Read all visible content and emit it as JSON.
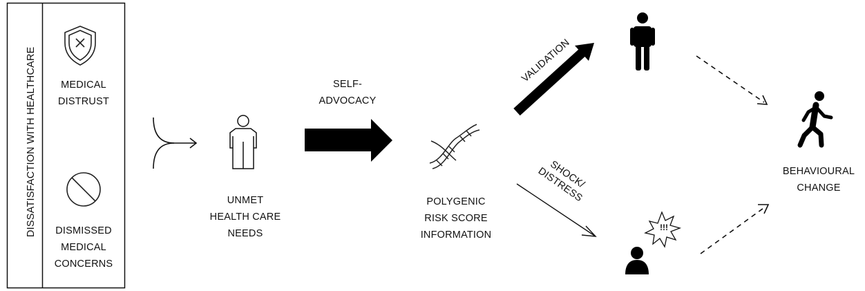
{
  "left_panel": {
    "vertical_title": "DISSATISFACTION WITH HEALTHCARE",
    "items": [
      {
        "icon": "shield-x-icon",
        "label": "MEDICAL\nDISTRUST"
      },
      {
        "icon": "prohibited-icon",
        "label": "DISMISSED\nMEDICAL\nCONCERNS"
      }
    ]
  },
  "nodes": {
    "unmet_needs": "UNMET\nHEALTH CARE\nNEEDS",
    "prs_info": "POLYGENIC\nRISK SCORE\nINFORMATION",
    "behaviour_change": "BEHAVIOURAL\nCHANGE"
  },
  "edges": {
    "self_advocacy": "SELF-\nADVOCACY",
    "validation": "VALIDATION",
    "shock_distress": "SHOCK/\nDISTRESS",
    "shock_badge": "!!!"
  },
  "icons": {
    "merge": "merge-arrow-icon",
    "person": "person-outline-icon",
    "dna": "dna-icon",
    "standing_person": "standing-person-icon",
    "distressed_person": "distressed-person-icon",
    "walking_person": "walking-person-icon"
  }
}
